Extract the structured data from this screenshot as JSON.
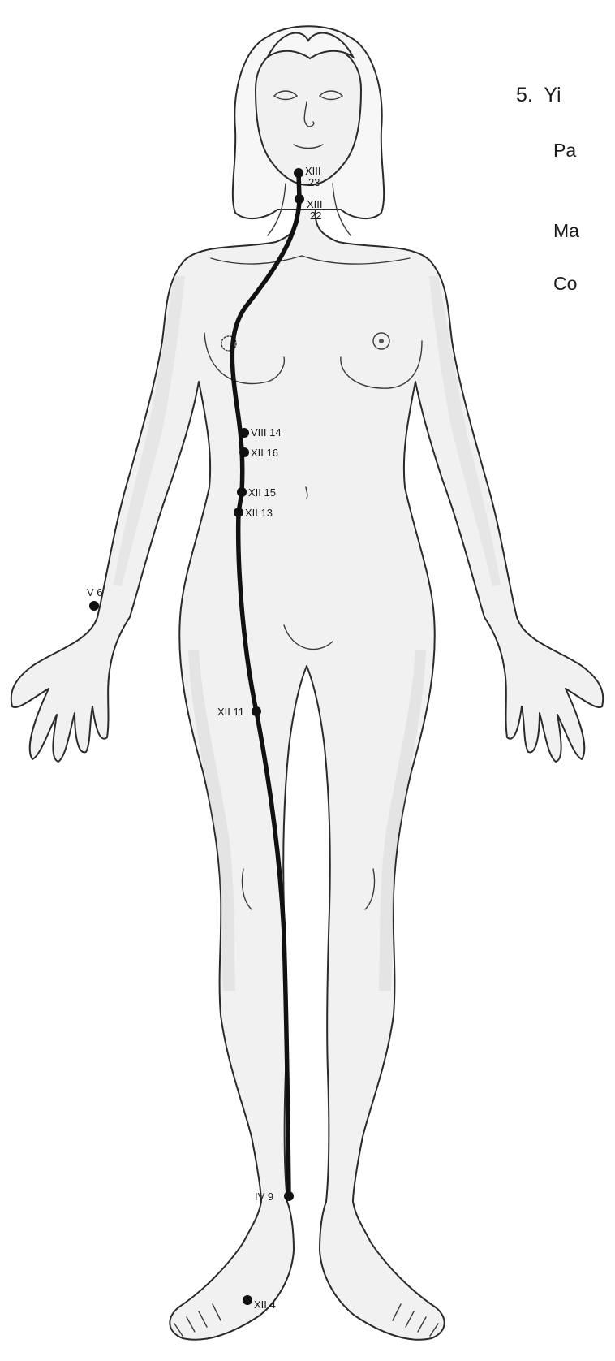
{
  "heading": {
    "number": "5.",
    "title": "Yi"
  },
  "notes": [
    "Pa",
    "Ma",
    "Co"
  ],
  "points": [
    {
      "id": "xiii-23",
      "label": [
        "XIII",
        "23"
      ]
    },
    {
      "id": "xiii-22",
      "label": [
        "XIII",
        "22"
      ]
    },
    {
      "id": "viii-14",
      "label": [
        "VIII 14"
      ]
    },
    {
      "id": "xii-16",
      "label": [
        "XII 16"
      ]
    },
    {
      "id": "xii-15",
      "label": [
        "XII 15"
      ]
    },
    {
      "id": "xii-13",
      "label": [
        "XII 13"
      ]
    },
    {
      "id": "v-6",
      "label": [
        "V 6"
      ]
    },
    {
      "id": "xii-11",
      "label": [
        "XII 11"
      ]
    },
    {
      "id": "iv-9",
      "label": [
        "IV 9"
      ]
    },
    {
      "id": "xii-4",
      "label": [
        "XII 4"
      ]
    }
  ],
  "colors": {
    "meridian": "#111111",
    "body": "#f1f1f1",
    "outline": "#2a2a2a"
  }
}
